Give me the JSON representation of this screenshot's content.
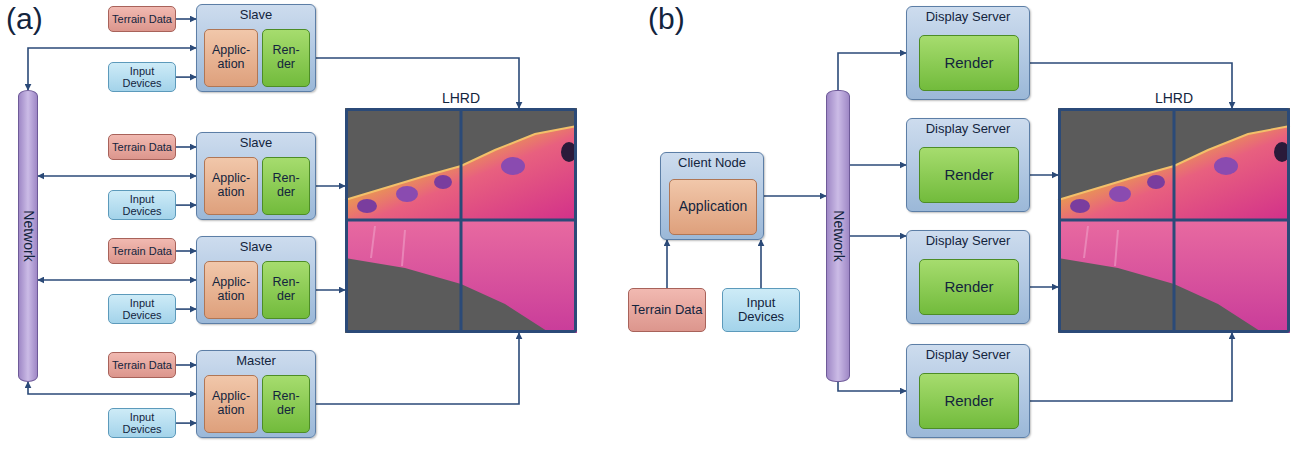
{
  "diagram": {
    "nodes": [
      {
        "text": [
          "Slave"
        ]
      },
      {
        "text": [
          "Applic- ation"
        ],
        "in": 0
      },
      {
        "text": [
          "Ren- der"
        ],
        "in": 0
      },
      {
        "text": [
          "Terrain Data"
        ]
      },
      {
        "text": [
          "Input Devices"
        ]
      },
      {
        "text": [
          "Slave"
        ]
      },
      {
        "text": [
          "Applic- ation"
        ],
        "in": 5
      },
      {
        "text": [
          "Ren- der"
        ],
        "in": 5
      },
      {
        "text": [
          "Terrain Data"
        ]
      },
      {
        "text": [
          "Input Devices"
        ]
      },
      {
        "text": [
          "Slave"
        ]
      },
      {
        "text": [
          "Applic- ation"
        ],
        "in": 10
      },
      {
        "text": [
          "Ren- der"
        ],
        "in": 10
      },
      {
        "text": [
          "Terrain Data"
        ]
      },
      {
        "text": [
          "Input Devices"
        ]
      },
      {
        "text": [
          "Master"
        ]
      },
      {
        "text": [
          "Applic- ation"
        ],
        "in": 15
      },
      {
        "text": [
          "Ren- der"
        ],
        "in": 15
      },
      {
        "text": [
          "Terrain Data"
        ]
      },
      {
        "text": [
          "Input Devices"
        ]
      },
      {
        "text": [
          "Network"
        ]
      },
      {
        "text": [
          "LHRD"
        ]
      },
      {
        "text": [
          "Client Node"
        ]
      },
      {
        "text": [
          "Application"
        ],
        "in": 22
      },
      {
        "text": [
          "Terrain Data"
        ]
      },
      {
        "text": [
          "Input Devices"
        ]
      },
      {
        "text": [
          "Network"
        ]
      },
      {
        "text": [
          "Display Server"
        ]
      },
      {
        "text": [
          "Render"
        ],
        "in": 27
      },
      {
        "text": [
          "Display Server"
        ]
      },
      {
        "text": [
          "Render"
        ],
        "in": 29
      },
      {
        "text": [
          "Display Server"
        ]
      },
      {
        "text": [
          "Render"
        ],
        "in": 31
      },
      {
        "text": [
          "Display Server"
        ]
      },
      {
        "text": [
          "Render"
        ],
        "in": 33
      },
      {
        "text": [
          "LHRD"
        ]
      }
    ],
    "edges": [
      {
        "from": 3,
        "to": 0,
        "arrow": "to"
      },
      {
        "from": 4,
        "to": 0,
        "arrow": "to"
      },
      {
        "from": 20,
        "to": 0,
        "arrow": "both"
      },
      {
        "from": 2,
        "to": 21,
        "arrow": "to"
      },
      {
        "from": 8,
        "to": 5,
        "arrow": "to"
      },
      {
        "from": 9,
        "to": 5,
        "arrow": "to"
      },
      {
        "from": 20,
        "to": 5,
        "arrow": "both"
      },
      {
        "from": 7,
        "to": 21,
        "arrow": "to"
      },
      {
        "from": 13,
        "to": 10,
        "arrow": "to"
      },
      {
        "from": 14,
        "to": 10,
        "arrow": "to"
      },
      {
        "from": 20,
        "to": 10,
        "arrow": "both"
      },
      {
        "from": 12,
        "to": 21,
        "arrow": "to"
      },
      {
        "from": 18,
        "to": 15,
        "arrow": "to"
      },
      {
        "from": 19,
        "to": 15,
        "arrow": "to"
      },
      {
        "from": 20,
        "to": 15,
        "arrow": "both"
      },
      {
        "from": 17,
        "to": 21,
        "arrow": "to"
      },
      {
        "from": 24,
        "to": 22,
        "arrow": "to"
      },
      {
        "from": 25,
        "to": 22,
        "arrow": "to"
      },
      {
        "from": 22,
        "to": 26,
        "arrow": "to"
      },
      {
        "from": 26,
        "to": 27,
        "arrow": "to"
      },
      {
        "from": 26,
        "to": 29,
        "arrow": "to"
      },
      {
        "from": 26,
        "to": 31,
        "arrow": "to"
      },
      {
        "from": 26,
        "to": 33,
        "arrow": "to"
      },
      {
        "from": 28,
        "to": 35,
        "arrow": "to"
      },
      {
        "from": 30,
        "to": 35,
        "arrow": "to"
      },
      {
        "from": 32,
        "to": 35,
        "arrow": "to"
      },
      {
        "from": 34,
        "to": 35,
        "arrow": "to"
      }
    ],
    "labels": [
      "(a)",
      "(b)"
    ]
  }
}
